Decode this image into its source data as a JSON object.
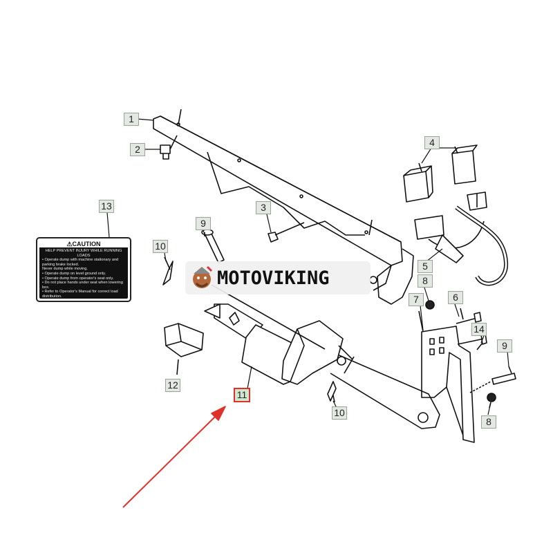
{
  "brand": {
    "name": "MOTOVIKING"
  },
  "caution_label": {
    "title": "⚠CAUTION",
    "subtitle": "HELP PREVENT INJURY WHILE RUNNING LOADS",
    "lines": [
      "• Operate dump with machine stationary and parking brake locked.",
      "  Never dump while moving.",
      "• Operate dump on level ground only.",
      "• Operate dump from operator's seat only.",
      "• Do not place hands under seat when lowering box.",
      "• Refer to Operator's Manual for correct load distribution."
    ]
  },
  "callouts": [
    {
      "id": "c1",
      "label": "1"
    },
    {
      "id": "c2",
      "label": "2"
    },
    {
      "id": "c3",
      "label": "3"
    },
    {
      "id": "c4",
      "label": "4"
    },
    {
      "id": "c5",
      "label": "5"
    },
    {
      "id": "c6",
      "label": "6"
    },
    {
      "id": "c7",
      "label": "7"
    },
    {
      "id": "c8a",
      "label": "8"
    },
    {
      "id": "c8b",
      "label": "8"
    },
    {
      "id": "c9a",
      "label": "9"
    },
    {
      "id": "c9b",
      "label": "9"
    },
    {
      "id": "c10a",
      "label": "10"
    },
    {
      "id": "c10b",
      "label": "10"
    },
    {
      "id": "c11",
      "label": "11"
    },
    {
      "id": "c12",
      "label": "12"
    },
    {
      "id": "c13",
      "label": "13"
    },
    {
      "id": "c14",
      "label": "14"
    }
  ],
  "highlight": {
    "part": "11",
    "color": "#e0302a"
  }
}
